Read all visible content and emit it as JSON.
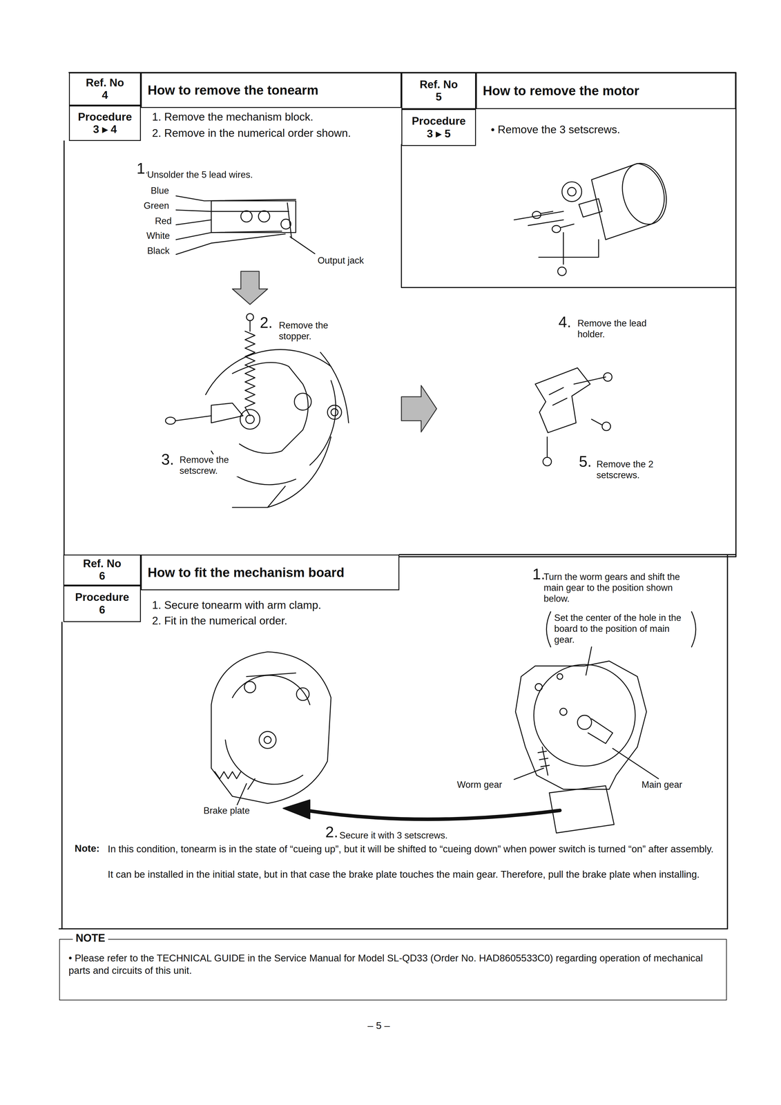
{
  "diagram": {
    "nodes": [
      {
        "text": [
          "Ref. No",
          "4"
        ]
      },
      {
        "text": [
          "How to remove the tonearm"
        ]
      },
      {
        "text": [
          "Procedure",
          "3 ▸ 4"
        ]
      },
      {
        "text": [
          "Ref. No",
          "5"
        ]
      },
      {
        "text": [
          "How to remove the motor"
        ]
      },
      {
        "text": [
          "Procedure",
          "3 ▸ 5"
        ]
      },
      {
        "text": [
          "Ref. No",
          "6"
        ]
      },
      {
        "text": [
          "How to fit the mechanism board"
        ]
      },
      {
        "text": [
          "Procedure",
          "6"
        ]
      },
      {
        "text": [
          "NOTE",
          "• Please refer to the TECHNICAL GUIDE in the Service Manual for Model SL-QD33 (Order No. HAD8605533C0) regarding operation of mechanical parts and circuits of this unit."
        ]
      }
    ],
    "labels": [
      "1. Remove the mechanism block.",
      "2. Remove in the numerical order shown.",
      "• Remove the 3 setscrews.",
      "1.",
      "Unsolder the 5 lead wires.",
      "Blue",
      "Green",
      "Red",
      "White",
      "Black",
      "Output jack",
      "2.",
      "Remove the stopper.",
      "3.",
      "Remove the setscrew.",
      "4.",
      "Remove the lead holder.",
      "5.",
      "Remove the 2 setscrews.",
      "1. Secure tonearm with arm clamp.",
      "2. Fit in the numerical order.",
      "1.",
      "Turn the worm gears and shift the main gear to the position shown below.",
      "Set the center of the hole in the board to the position of main gear.",
      "Worm gear",
      "Main gear",
      "Brake plate",
      "2.",
      "Secure it with 3 setscrews.",
      "Note:",
      "In this condition, tonearm is in the state of “cueing up”, but it will be shifted to “cueing down” when power switch is turned “on” after assembly.",
      "It can be installed in the initial state, but in that case the brake plate touches the main gear. Therefore, pull the brake plate when installing.",
      "– 5 –"
    ]
  }
}
